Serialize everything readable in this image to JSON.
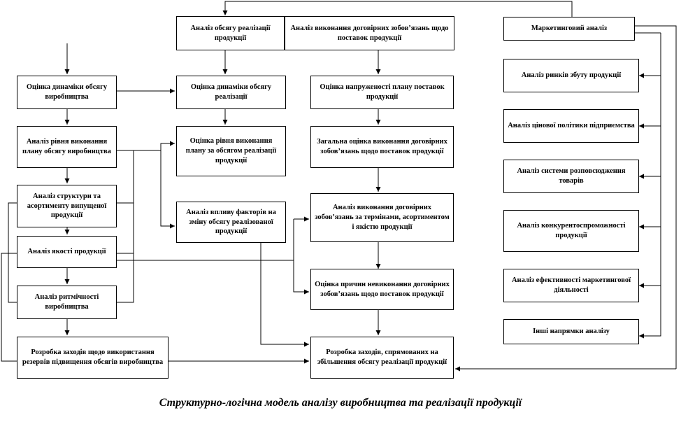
{
  "boxes": {
    "b1": "Аналіз обсягу реалізації продукції",
    "b2": "Аналіз виконання договірних зобов’язань щодо поставок продукції",
    "b3": "Маркетинговий аналіз",
    "l1": "Оцінка динаміки обсягу виробництва",
    "l2": "Аналіз рівня виконання плану обсягу виробництва",
    "l3": "Аналіз структури та асортименту випущеної продукції",
    "l4": "Аналіз якості продукції",
    "l5": "Аналіз ритмічності виробництва",
    "l6": "Розробка заходів щодо використання резервів підвищення обсягів виробництва",
    "m1": "Оцінка динаміки обсягу реалізації",
    "m2": "Оцінка рівня виконання плану за обсягом реалізації продукції",
    "m3": "Аналіз впливу факторів на зміну обсягу реалізованої продукції",
    "c1": "Оцінка напруженості плану поставок продукції",
    "c2": "Загальна оцінка виконання договірних зобов’язань щодо поставок продукції",
    "c3": "Аналіз виконання договірних зобов’язань за термінами, асортиментом і якістю продукції",
    "c4": "Оцінка причин невиконання договірних зобов’язань щодо поставок продукції",
    "c5": "Розробка заходів, спрямованих на збільшення обсягу реалізації продукції",
    "r1": "Аналіз ринків збуту продукції",
    "r2": "Аналіз цінової політики підприємства",
    "r3": "Аналіз системи розповсюдження товарів",
    "r4": "Аналіз конкурентоспроможності продукції",
    "r5": "Аналіз ефективності маркетингової діяльності",
    "r6": "Інші напрямки аналізу"
  },
  "caption": "Структурно-логічна модель аналізу виробництва та реалізації продукції"
}
